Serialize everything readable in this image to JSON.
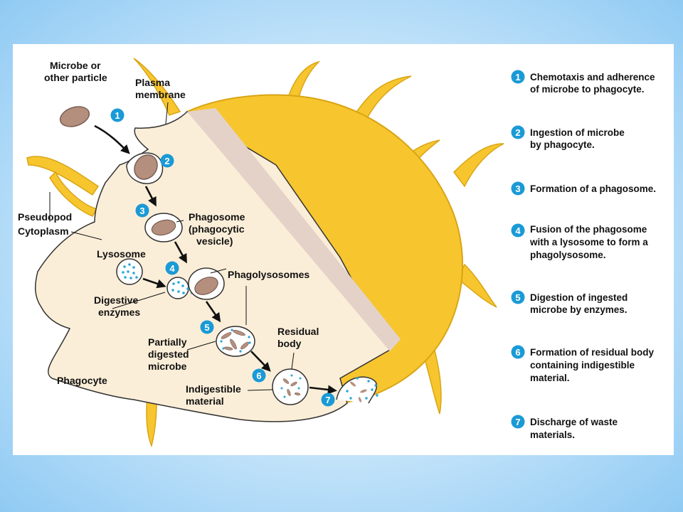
{
  "labels": {
    "microbe_1": "Microbe or",
    "microbe_2": "other particle",
    "plasma_1": "Plasma",
    "plasma_2": "membrane",
    "pseudopod": "Pseudopod",
    "cytoplasm": "Cytoplasm",
    "lysosome": "Lysosome",
    "phagosome_1": "Phagosome",
    "phagosome_2": "(phagocytic",
    "phagosome_3": "vesicle)",
    "digestive_1": "Digestive",
    "digestive_2": "enzymes",
    "phagolysosomes": "Phagolysosomes",
    "partially_1": "Partially",
    "partially_2": "digested",
    "partially_3": "microbe",
    "residual_1": "Residual",
    "residual_2": "body",
    "phagocyte": "Phagocyte",
    "indigestible_1": "Indigestible",
    "indigestible_2": "material"
  },
  "step_numbers": [
    "1",
    "2",
    "3",
    "4",
    "5",
    "6",
    "7"
  ],
  "steps": [
    {
      "num": "1",
      "lines": [
        "Chemotaxis and adherence",
        "of microbe to phagocyte."
      ]
    },
    {
      "num": "2",
      "lines": [
        "Ingestion of microbe",
        "by phagocyte."
      ]
    },
    {
      "num": "3",
      "lines": [
        "Formation of a phagosome."
      ]
    },
    {
      "num": "4",
      "lines": [
        "Fusion of the phagosome",
        "with a lysosome to form a",
        "phagolysosome."
      ]
    },
    {
      "num": "5",
      "lines": [
        "Digestion of ingested",
        "microbe by enzymes."
      ]
    },
    {
      "num": "6",
      "lines": [
        "Formation of residual body",
        "containing indigestible",
        "material."
      ]
    },
    {
      "num": "7",
      "lines": [
        "Discharge of waste",
        "materials."
      ]
    }
  ],
  "colors": {
    "badge": "#1a9ad6",
    "cytoplasm": "#fbeed8",
    "cell_exterior": "#f7c52e",
    "cut_face": "#e4d2c8",
    "microbe": "#b58f7e",
    "enzyme_dots": "#2aa7d8",
    "outline": "#333333"
  },
  "icons": [
    "arrow-icon",
    "step-badge-icon"
  ]
}
